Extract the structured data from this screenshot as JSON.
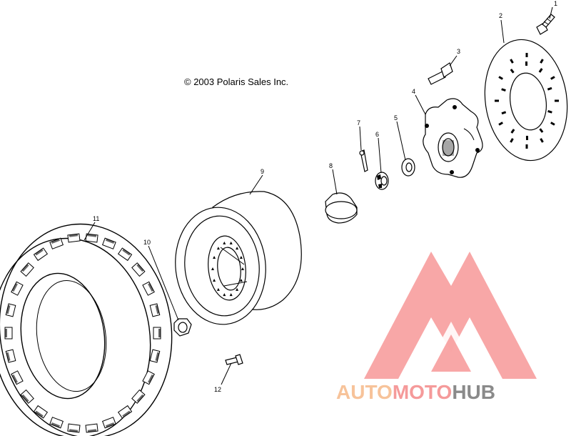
{
  "copyright": "© 2003 Polaris Sales Inc.",
  "parts": [
    {
      "number": "1",
      "icon": "bolt-icon"
    },
    {
      "number": "2",
      "icon": "brake-disc-icon"
    },
    {
      "number": "3",
      "icon": "wheel-stud-icon"
    },
    {
      "number": "4",
      "icon": "hub-icon"
    },
    {
      "number": "5",
      "icon": "washer-icon"
    },
    {
      "number": "6",
      "icon": "castle-nut-icon"
    },
    {
      "number": "7",
      "icon": "cotter-pin-icon"
    },
    {
      "number": "8",
      "icon": "hub-cap-icon"
    },
    {
      "number": "9",
      "icon": "wheel-rim-icon"
    },
    {
      "number": "10",
      "icon": "lug-nut-icon"
    },
    {
      "number": "11",
      "icon": "tire-icon"
    },
    {
      "number": "12",
      "icon": "valve-stem-icon"
    }
  ],
  "watermark": {
    "part1": "AUTO",
    "part2": "MOTO",
    "part3": "HUB",
    "colors": {
      "auto": "#f7c39a",
      "moto": "#f59a9a",
      "hub": "#8a8a8a",
      "logo": "#f58a8a"
    }
  }
}
